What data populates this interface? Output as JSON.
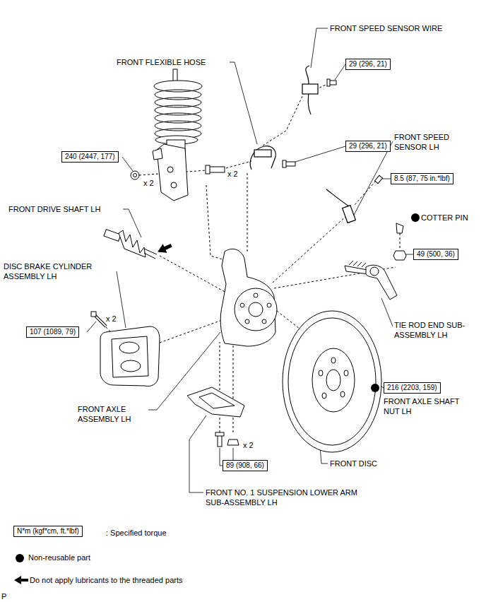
{
  "diagram": {
    "nodes": [
      {
        "text": [
          "29 (296, 21)"
        ]
      },
      {
        "text": [
          "29 (296, 21)"
        ]
      },
      {
        "text": [
          "240 (2447, 177)"
        ]
      },
      {
        "text": [
          "8.5 (87, 75 in.*lbf)"
        ]
      },
      {
        "text": [
          "49 (500, 36)"
        ]
      },
      {
        "text": [
          "107 (1089, 79)"
        ]
      },
      {
        "text": [
          "216 (2203, 159)"
        ]
      },
      {
        "text": [
          "89 (908, 66)"
        ]
      },
      {
        "text": [
          "N*m (kgf*cm, ft.*lbf)"
        ]
      }
    ],
    "labels": [
      "FRONT SPEED SENSOR WIRE",
      "FRONT FLEXIBLE HOSE",
      "FRONT SPEED SENSOR LH",
      "x 2",
      "x 2",
      "FRONT DRIVE SHAFT LH",
      "COTTER PIN",
      "DISC BRAKE CYLINDER ASSEMBLY LH",
      "x 2",
      "TIE ROD END SUB-ASSEMBLY LH",
      "FRONT AXLE SHAFT NUT LH",
      "FRONT AXLE ASSEMBLY LH",
      "x 2",
      "FRONT DISC",
      "FRONT NO. 1 SUSPENSION LOWER ARM SUB-ASSEMBLY LH",
      "P"
    ],
    "legend": [
      {
        "text": ": Specified torque"
      },
      {
        "text": "Non-reusable part"
      },
      {
        "text": "Do not apply lubricants to the threaded parts"
      }
    ]
  }
}
